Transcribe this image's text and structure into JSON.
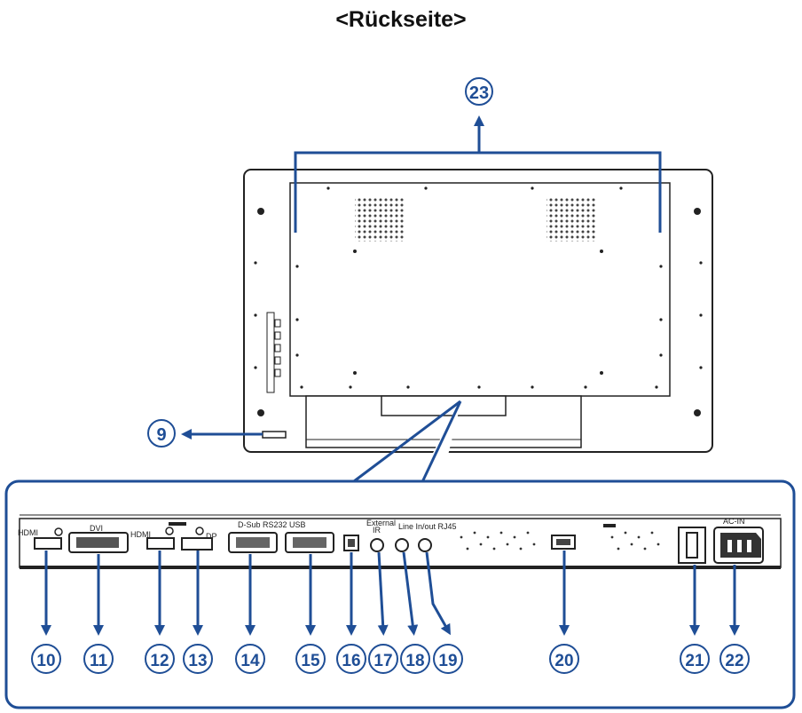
{
  "title": "<Rückseite>",
  "colors": {
    "accent": "#1f4e96",
    "line": "#222222"
  },
  "callouts": {
    "c9": "9",
    "c10": "10",
    "c11": "11",
    "c12": "12",
    "c13": "13",
    "c14": "14",
    "c15": "15",
    "c16": "16",
    "c17": "17",
    "c18": "18",
    "c19": "19",
    "c20": "20",
    "c21": "21",
    "c22": "22",
    "c23": "23"
  },
  "port_labels": {
    "hdmi1": "HDMI",
    "dvi": "DVI",
    "hdmi2": "HDMI",
    "dp": "DP",
    "dsub_rs232_usb": "D-Sub RS232 USB",
    "external_ir": "External",
    "ir": "IR",
    "line_inout_rj45": "Line In/out RJ45",
    "ac_in": "AC-IN"
  }
}
